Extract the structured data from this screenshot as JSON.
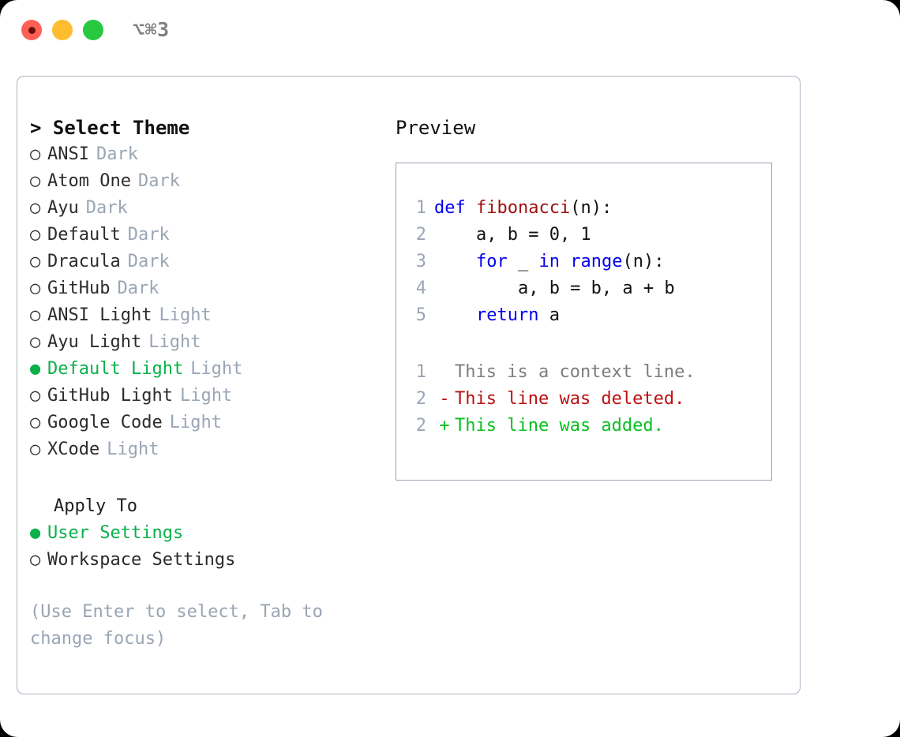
{
  "window": {
    "shortcut": "⌥⌘3",
    "traffic_lights": [
      {
        "name": "close",
        "color": "#ff5f57"
      },
      {
        "name": "minimize",
        "color": "#febc2e"
      },
      {
        "name": "zoom",
        "color": "#28c840"
      }
    ]
  },
  "theme_picker": {
    "title": "> Select Theme",
    "items": [
      {
        "bullet": "○",
        "label": "ANSI",
        "badge": "Dark",
        "selected": false
      },
      {
        "bullet": "○",
        "label": "Atom One",
        "badge": "Dark",
        "selected": false
      },
      {
        "bullet": "○",
        "label": "Ayu",
        "badge": "Dark",
        "selected": false
      },
      {
        "bullet": "○",
        "label": "Default",
        "badge": "Dark",
        "selected": false
      },
      {
        "bullet": "○",
        "label": "Dracula",
        "badge": "Dark",
        "selected": false
      },
      {
        "bullet": "○",
        "label": "GitHub",
        "badge": "Dark",
        "selected": false
      },
      {
        "bullet": "○",
        "label": "ANSI Light",
        "badge": "Light",
        "selected": false
      },
      {
        "bullet": "○",
        "label": "Ayu Light",
        "badge": "Light",
        "selected": false
      },
      {
        "bullet": "●",
        "label": "Default Light",
        "badge": "Light",
        "selected": true
      },
      {
        "bullet": "○",
        "label": "GitHub Light",
        "badge": "Light",
        "selected": false
      },
      {
        "bullet": "○",
        "label": "Google Code",
        "badge": "Light",
        "selected": false
      },
      {
        "bullet": "○",
        "label": "XCode",
        "badge": "Light",
        "selected": false
      }
    ]
  },
  "apply_to": {
    "label": "Apply To",
    "items": [
      {
        "bullet": "●",
        "label": "User Settings",
        "selected": true
      },
      {
        "bullet": "○",
        "label": "Workspace Settings",
        "selected": false
      }
    ]
  },
  "hint": "(Use Enter to select, Tab to change focus)",
  "preview": {
    "title": "Preview",
    "code_lines": [
      {
        "no": "1",
        "tokens": [
          {
            "t": "def ",
            "c": "kw"
          },
          {
            "t": "fibonacci",
            "c": "fn"
          },
          {
            "t": "(n):",
            "c": "punct"
          }
        ]
      },
      {
        "no": "2",
        "tokens": [
          {
            "t": "    a, b = 0, 1",
            "c": "plain"
          }
        ]
      },
      {
        "no": "3",
        "tokens": [
          {
            "t": "    ",
            "c": "plain"
          },
          {
            "t": "for",
            "c": "kw"
          },
          {
            "t": " _ ",
            "c": "plain"
          },
          {
            "t": "in",
            "c": "kw"
          },
          {
            "t": " ",
            "c": "plain"
          },
          {
            "t": "range",
            "c": "kw"
          },
          {
            "t": "(n):",
            "c": "punct"
          }
        ]
      },
      {
        "no": "4",
        "tokens": [
          {
            "t": "        a, b = b, a + b",
            "c": "plain"
          }
        ]
      },
      {
        "no": "5",
        "tokens": [
          {
            "t": "    ",
            "c": "plain"
          },
          {
            "t": "return",
            "c": "kw"
          },
          {
            "t": " a",
            "c": "plain"
          }
        ]
      }
    ],
    "diff_lines": [
      {
        "no": "1",
        "marker": " ",
        "text": "This is a context line.",
        "kind": "context"
      },
      {
        "no": "2",
        "marker": "-",
        "text": "This line was deleted.",
        "kind": "del"
      },
      {
        "no": "2",
        "marker": "+",
        "text": "This line was added.",
        "kind": "add"
      }
    ]
  },
  "colors": {
    "accent_green": "#0ab04a",
    "muted": "#9aa5b5",
    "keyword": "#0000ee",
    "function": "#a01010",
    "diff_add": "#0ac020",
    "diff_del": "#bb1111",
    "panel_border": "#aab3c0",
    "preview_border": "#97a3b4"
  }
}
